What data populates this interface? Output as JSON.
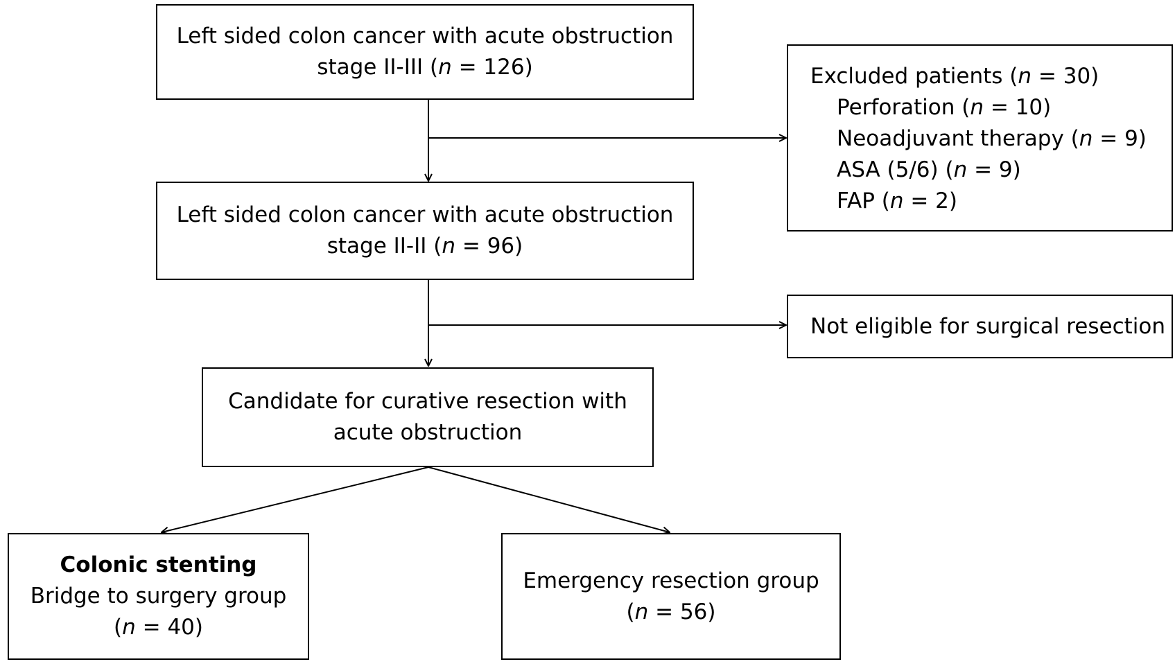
{
  "boxes": {
    "initial": {
      "line1": "Left sided colon cancer with acute obstruction",
      "line2_prefix": "stage II-III (",
      "n_symbol": "n",
      "line2_suffix": " = 126)"
    },
    "excluded": {
      "title_prefix": "Excluded patients (",
      "title_suffix": " = 30)",
      "n_symbol": "n",
      "items": [
        {
          "prefix": "Perforation (",
          "suffix": " = 10)"
        },
        {
          "prefix": "Neoadjuvant therapy (",
          "suffix": " = 9)"
        },
        {
          "prefix": "ASA (5/6) (",
          "suffix": " = 9)"
        },
        {
          "prefix": "FAP (",
          "suffix": " = 2)"
        }
      ]
    },
    "second": {
      "line1": "Left sided colon cancer with acute obstruction",
      "line2_prefix": "stage II-II (",
      "n_symbol": "n",
      "line2_suffix": " = 96)"
    },
    "not_eligible": {
      "text": "Not eligible for surgical resection"
    },
    "candidate": {
      "line1": "Candidate for curative resection with",
      "line2": "acute obstruction"
    },
    "stenting": {
      "title": "Colonic stenting",
      "line2": "Bridge to surgery group",
      "line3_prefix": "(",
      "n_symbol": "n",
      "line3_suffix": " = 40)"
    },
    "emergency": {
      "line1": "Emergency resection group",
      "line2_prefix": "(",
      "n_symbol": "n",
      "line2_suffix": " = 56)"
    }
  }
}
